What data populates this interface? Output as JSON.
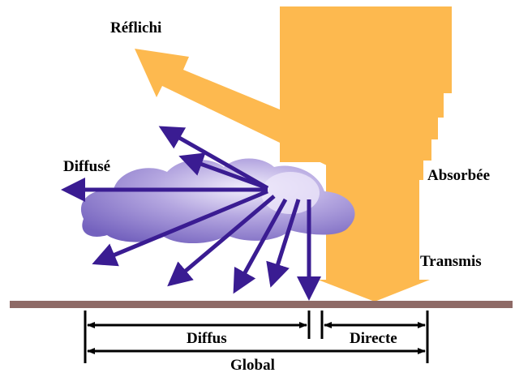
{
  "labels": {
    "reflected": "Réflichi",
    "diffused": "Diffusé",
    "absorbed": "Absorbée",
    "transmitted": "Transmis",
    "diffuse_component": "Diffus",
    "direct_component": "Directe",
    "global_total": "Global"
  },
  "colors": {
    "sunlight": "#FDB94F",
    "cloud": "#8A78C8",
    "cloud_light": "#E4DCF6",
    "ray": "#3A1C92",
    "ground": "#8E6A66",
    "dimension": "#000000"
  }
}
